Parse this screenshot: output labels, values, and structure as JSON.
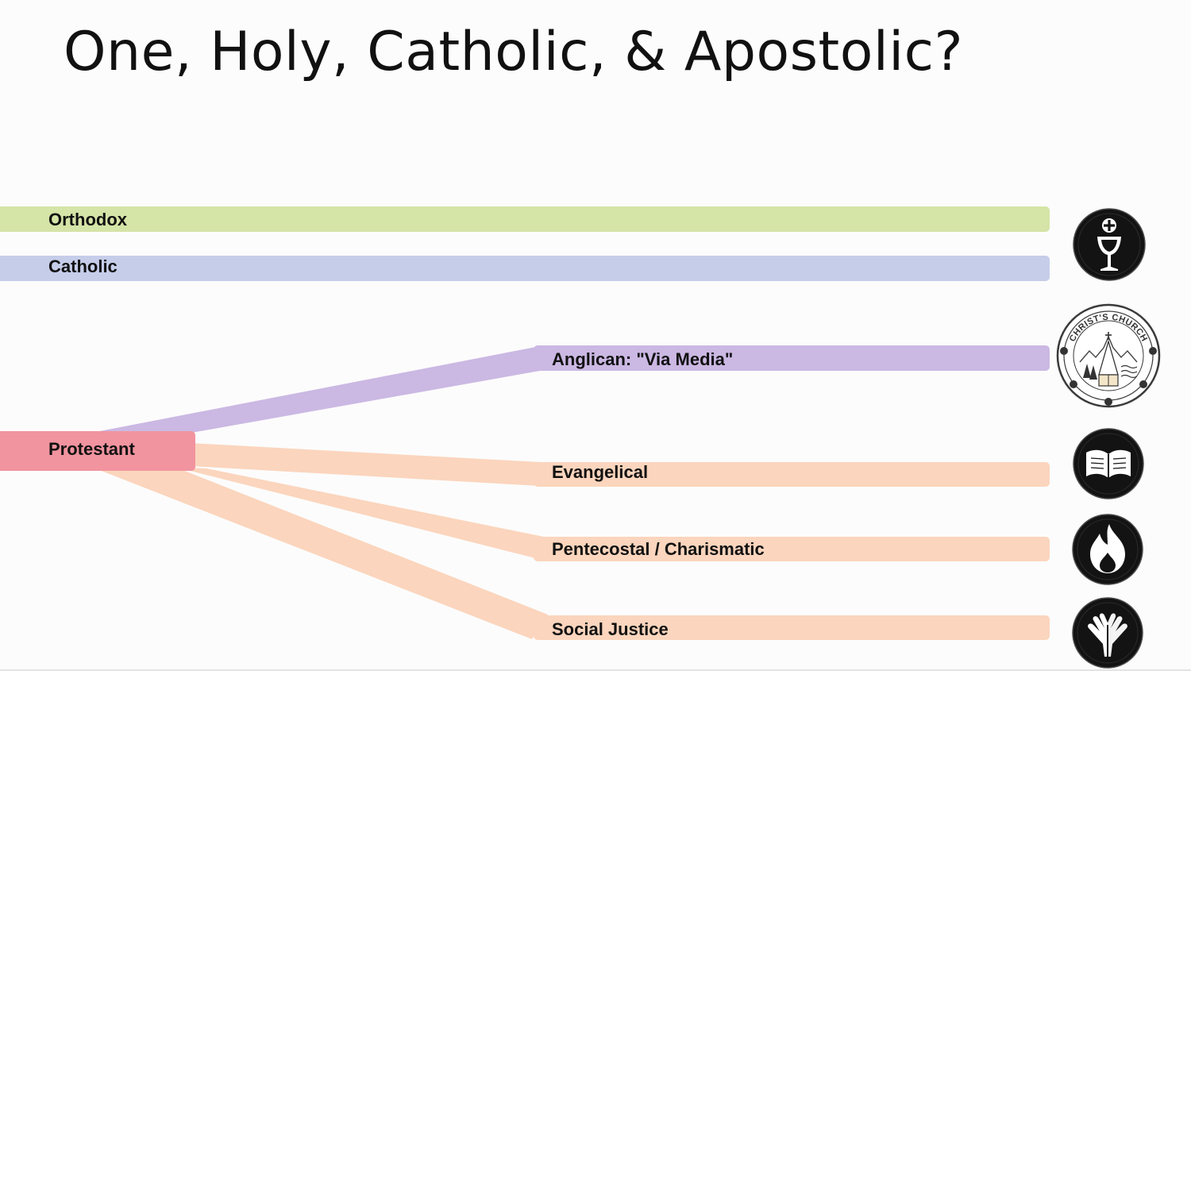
{
  "title": "One, Holy, Catholic, & Apostolic?",
  "colors": {
    "orthodox": "#d5e4a7",
    "catholic": "#c5cde9",
    "anglican": "#cbb8e3",
    "protestant": "#f1949f",
    "protestant_branch": "#fbd5bd",
    "icon_fill": "#131313",
    "icon_glyph": "#ffffff"
  },
  "bands": {
    "orthodox": {
      "label": "Orthodox",
      "icon": "chalice-icon"
    },
    "catholic": {
      "label": "Catholic"
    },
    "anglican": {
      "label": "Anglican: \"Via Media\"",
      "icon": "christs-church-seal-icon",
      "seal_text": "CHRIST'S CHURCH"
    },
    "protestant": {
      "label": "Protestant"
    },
    "evangelical": {
      "label": "Evangelical",
      "icon": "open-bible-icon"
    },
    "pentecostal": {
      "label": "Pentecostal / Charismatic",
      "icon": "flame-icon"
    },
    "social_justice": {
      "label": "Social Justice",
      "icon": "open-hands-icon"
    }
  }
}
